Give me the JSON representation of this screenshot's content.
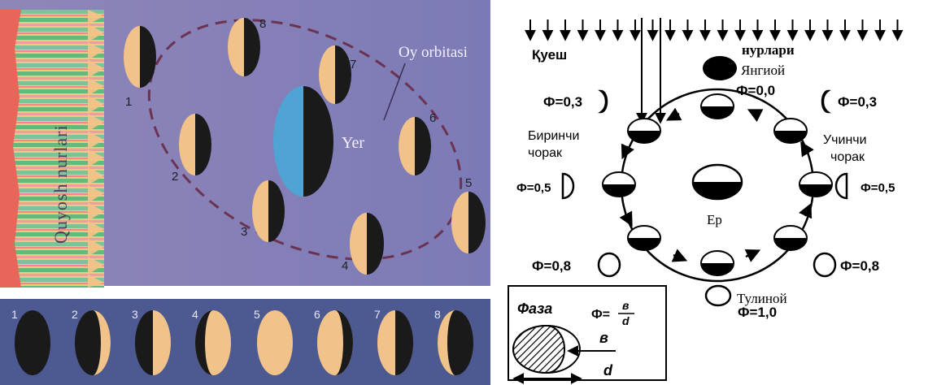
{
  "left_panel": {
    "sun_label": "Quyosh nurlari",
    "orbit_label": "Oy orbitasi",
    "earth_label": "Yer",
    "orbit_positions": [
      "1",
      "2",
      "3",
      "4",
      "5",
      "6",
      "7",
      "8"
    ],
    "strip_numbers": [
      "1",
      "2",
      "3",
      "4",
      "5",
      "6",
      "7",
      "8"
    ]
  },
  "right_panel": {
    "rays_label_left": "Қуеш",
    "rays_label_right": "нурлари",
    "new_moon_label": "Янгиой",
    "new_moon_phase": "Ф=0,0",
    "phase_03_left": "Ф=0,3",
    "phase_03_right": "Ф=0,3",
    "first_quarter_line1": "Биринчи",
    "first_quarter_line2": "чорак",
    "third_quarter_line1": "Учинчи",
    "third_quarter_line2": "чорак",
    "phase_05_left": "Ф=0,5",
    "phase_05_right": "Ф=0,5",
    "earth_label": "Ер",
    "phase_08_left": "Ф=0,8",
    "phase_08_right": "Ф=0,8",
    "full_moon_label": "Тулиной",
    "full_moon_phase": "Ф=1,0",
    "inset_title": "Фаза",
    "inset_formula_lhs": "Ф=",
    "inset_formula_num": "в",
    "inset_formula_den": "d",
    "inset_b": "в",
    "inset_d": "d"
  },
  "colors": {
    "left_bg": "#7f7ab3",
    "strip_bg": "#4d5a92",
    "moon_lit": "#f1c38a",
    "moon_dark": "#1a1a1a",
    "earth_blue": "#4fa4d3",
    "sun_red": "#e8655a",
    "ink": "#000000"
  }
}
